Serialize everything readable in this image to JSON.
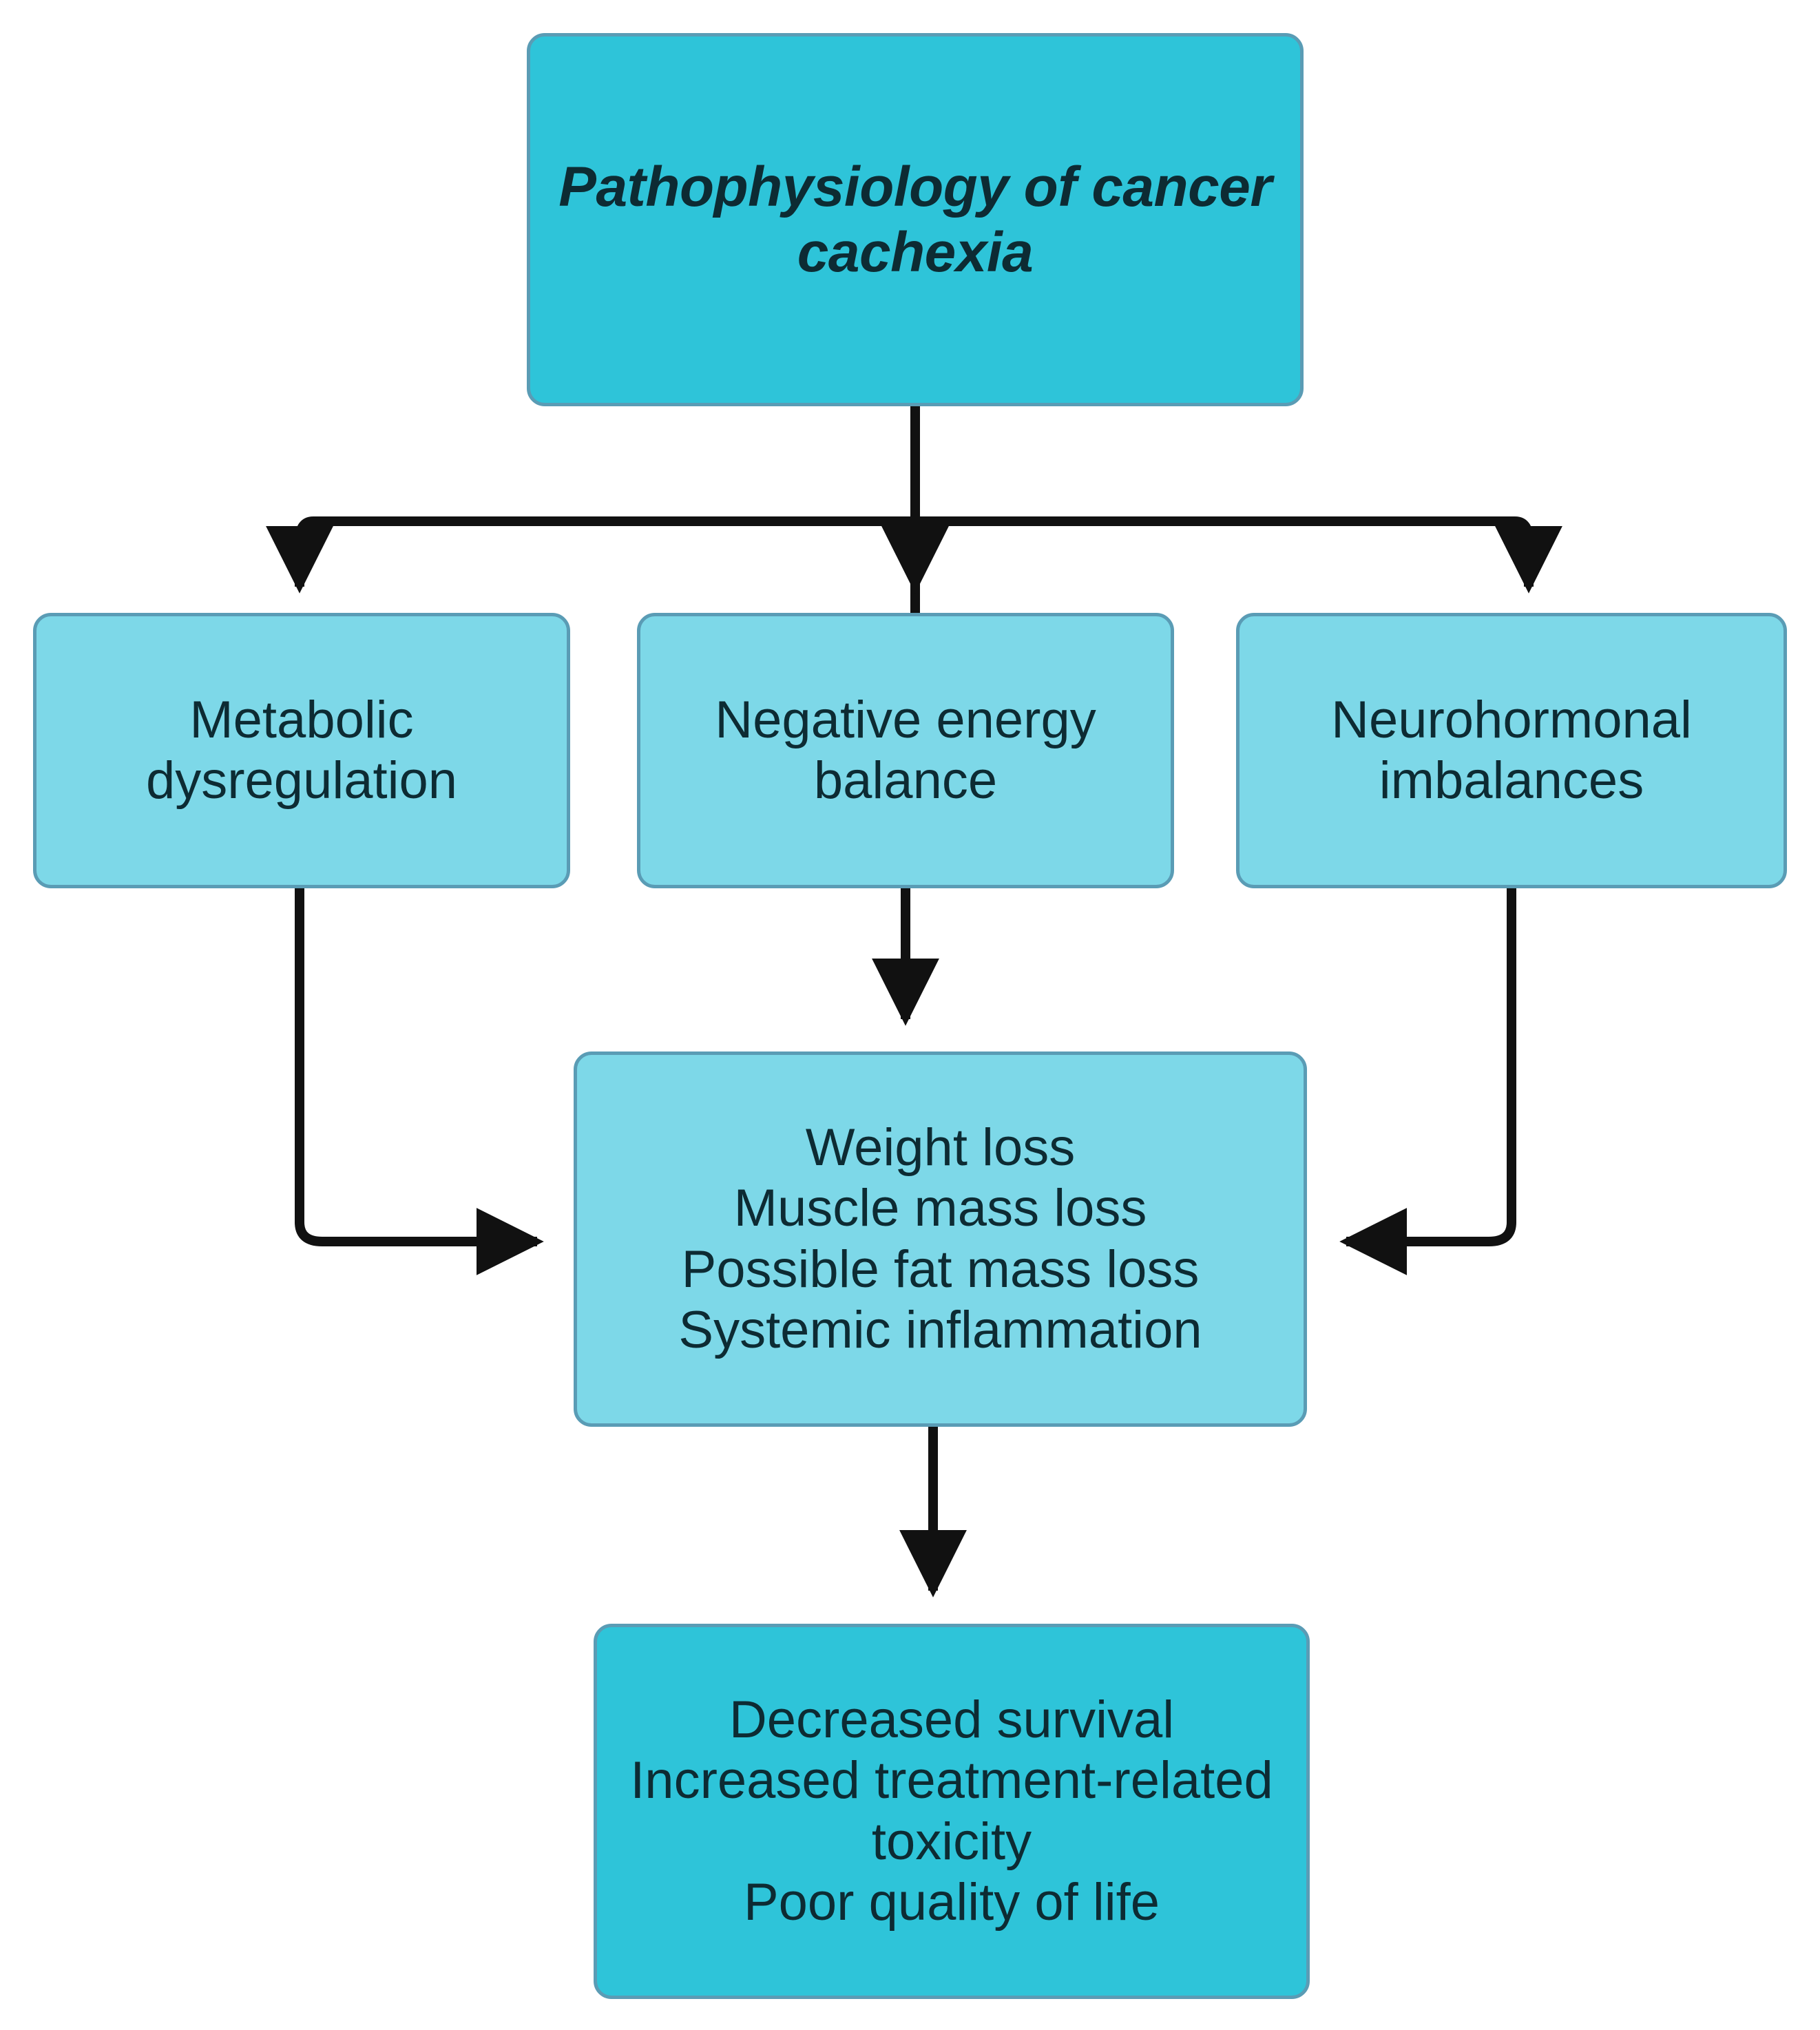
{
  "diagram": {
    "title_node": {
      "id": "pathophysiology-of-cancer-cachexia",
      "text": "Pathophysiology of cancer cachexia",
      "fill": "#2ec4d9",
      "border": "#5a9cb5"
    },
    "drivers": [
      {
        "id": "metabolic-dysregulation",
        "line1": "Metabolic",
        "line2": "dysregulation",
        "fill": "#7dd8e8"
      },
      {
        "id": "negative-energy-balance",
        "line1": "Negative energy",
        "line2": "balance",
        "fill": "#7dd8e8"
      },
      {
        "id": "neurohormonal-imbalances",
        "line1": "Neurohormonal",
        "line2": "imbalances",
        "fill": "#7dd8e8"
      }
    ],
    "effects_node": {
      "id": "clinical-effects",
      "lines": [
        "Weight loss",
        "Muscle mass loss",
        "Possible fat mass loss",
        "Systemic inflammation"
      ],
      "fill": "#7dd8e8"
    },
    "outcome_node": {
      "id": "clinical-outcomes",
      "lines": [
        "Decreased survival",
        "Increased treatment-related",
        "toxicity",
        "Poor quality of life"
      ],
      "fill": "#2ec4d9"
    },
    "connectors": {
      "stroke": "#111111",
      "edges": [
        {
          "from": "pathophysiology-of-cancer-cachexia",
          "to": "metabolic-dysregulation",
          "style": "split-down-left",
          "arrow": "down"
        },
        {
          "from": "pathophysiology-of-cancer-cachexia",
          "to": "negative-energy-balance",
          "style": "straight-down",
          "arrow": "down"
        },
        {
          "from": "pathophysiology-of-cancer-cachexia",
          "to": "neurohormonal-imbalances",
          "style": "split-down-right",
          "arrow": "down"
        },
        {
          "from": "metabolic-dysregulation",
          "to": "clinical-effects",
          "style": "elbow-down-right",
          "arrow": "right"
        },
        {
          "from": "negative-energy-balance",
          "to": "clinical-effects",
          "style": "straight-down",
          "arrow": "down"
        },
        {
          "from": "neurohormonal-imbalances",
          "to": "clinical-effects",
          "style": "elbow-down-left",
          "arrow": "left"
        },
        {
          "from": "clinical-effects",
          "to": "clinical-outcomes",
          "style": "straight-down",
          "arrow": "down"
        }
      ]
    }
  }
}
